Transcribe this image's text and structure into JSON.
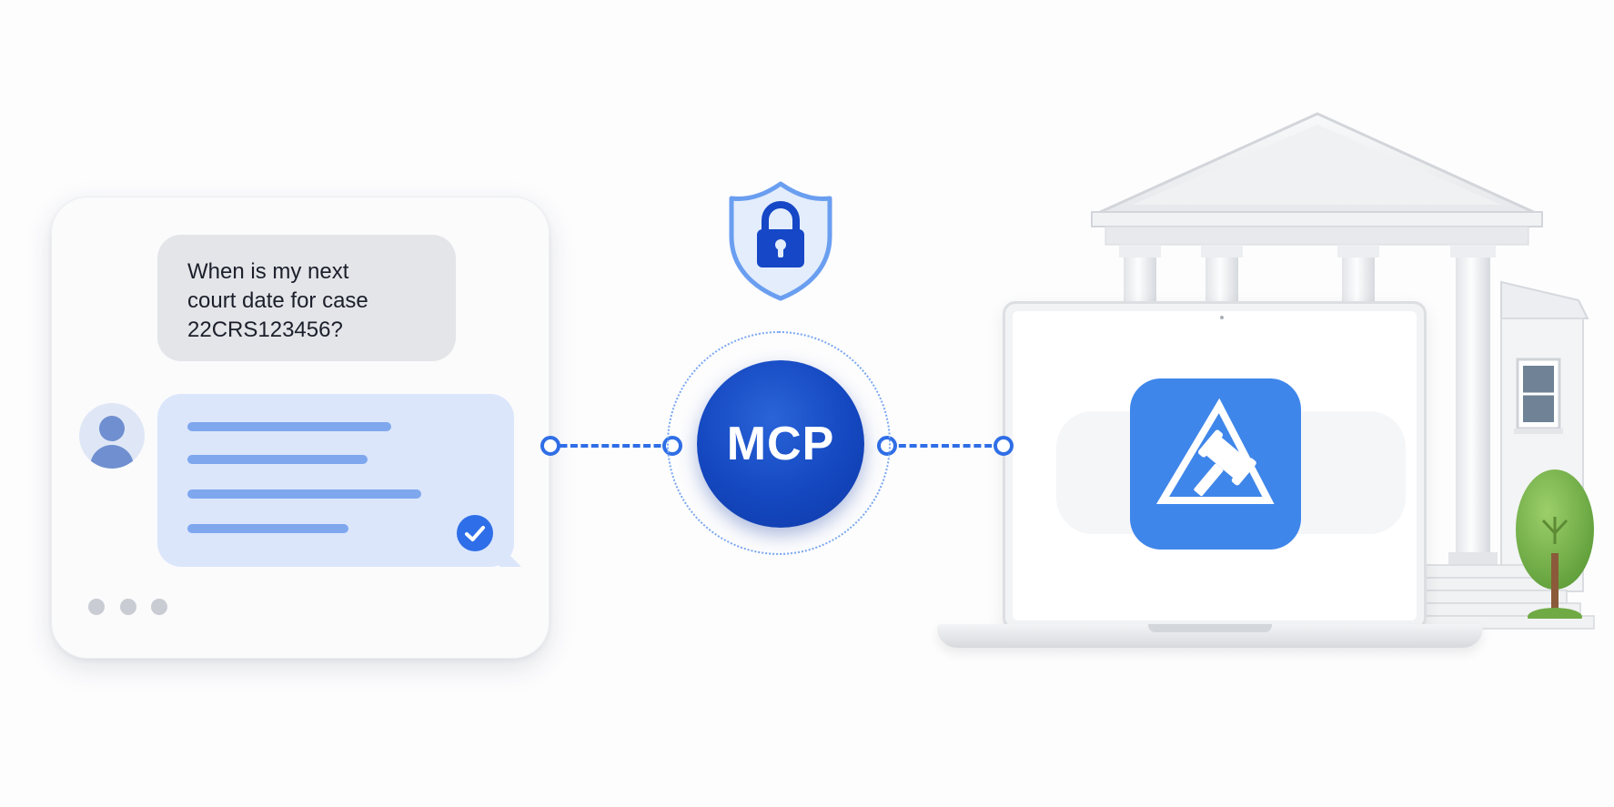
{
  "chat": {
    "user_message": "When is my next\ncourt date for case\n22CRS123456?",
    "reply_lines": [
      0.76,
      0.67,
      0.87,
      0.6
    ]
  },
  "connector": {
    "label": "MCP"
  },
  "icons": {
    "security": "shield-lock-icon",
    "app": "gavel-triangle-icon",
    "avatar": "user-avatar-icon",
    "confirmed": "check-badge-icon",
    "building": "courthouse-icon"
  },
  "colors": {
    "primary_blue": "#2f6ee6",
    "mcp_blue": "#1447c0",
    "app_icon_blue": "#3f86ea",
    "reply_bubble": "#dbe6fb",
    "user_bubble": "#e3e5e9"
  }
}
